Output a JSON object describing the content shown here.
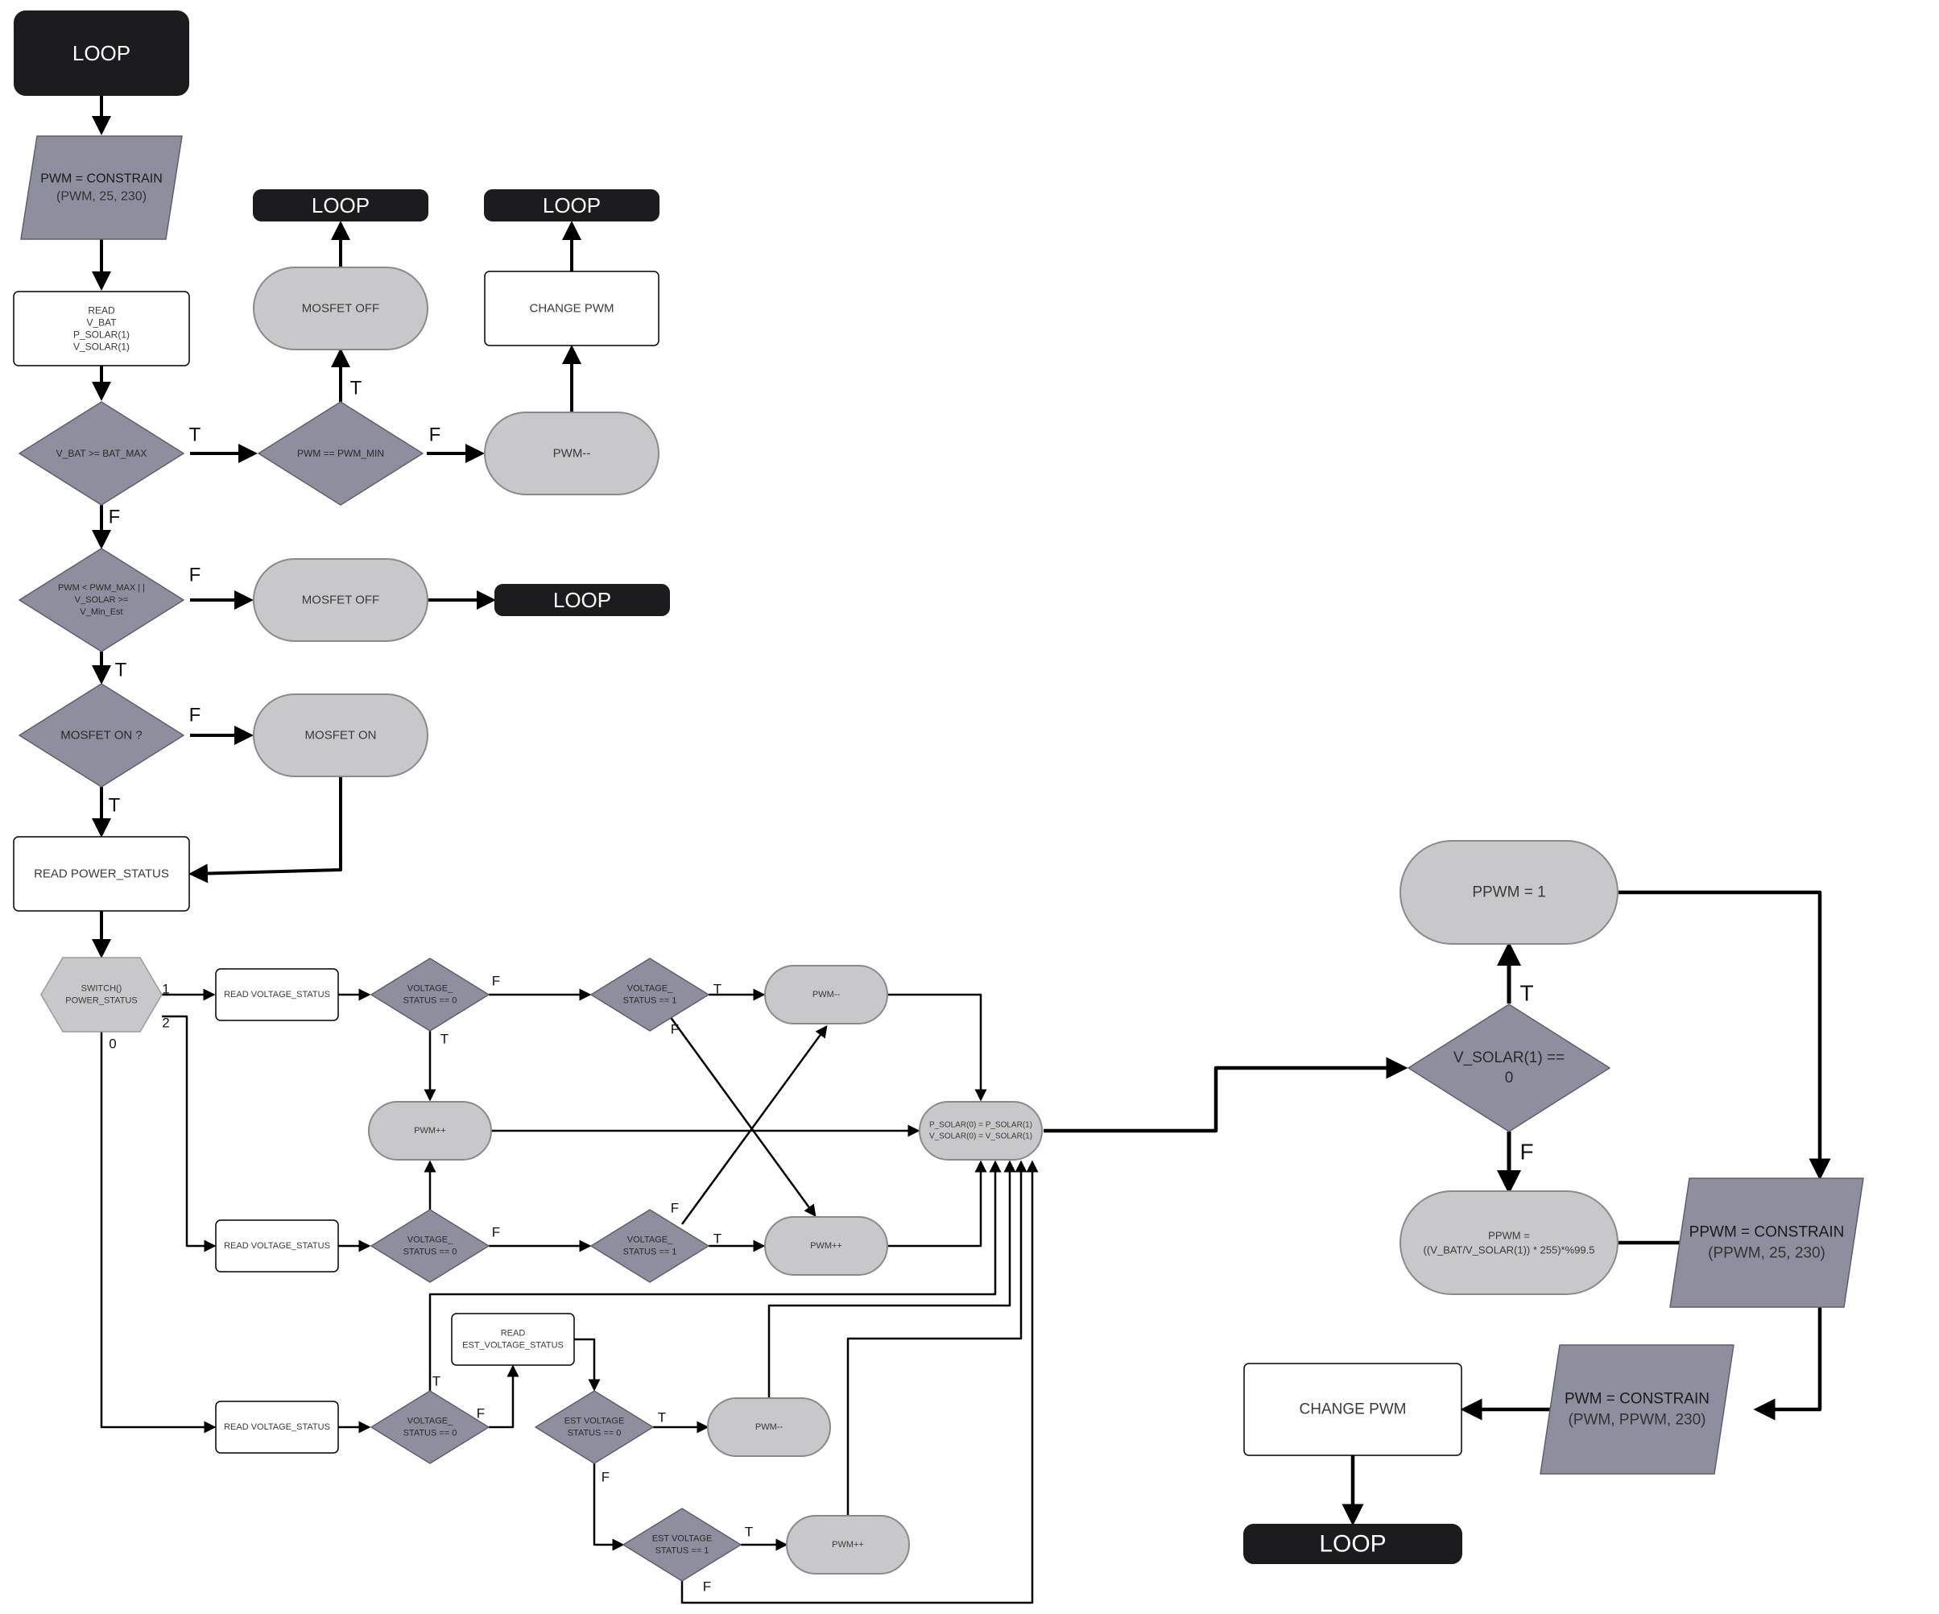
{
  "colors": {
    "terminal": "#1c1c1e",
    "terminal_text": "#ffffff",
    "process_fill": "#ffffff",
    "rounded_fill": "#c8c8ca",
    "decision_fill": "#8e8f9e",
    "io_fill": "#8e8f9e",
    "stroke": "#000000",
    "node_text": "#3a3a3a",
    "edge": "#000000"
  },
  "nodes": [
    {
      "id": "loop_start",
      "kind": "terminal",
      "lines": [
        "LOOP"
      ]
    },
    {
      "id": "constrain1",
      "kind": "io",
      "lines": [
        "PWM = CONSTRAIN",
        "(PWM, 25, 230)"
      ]
    },
    {
      "id": "read1",
      "kind": "process",
      "lines": [
        "READ",
        "V_BAT",
        "P_SOLAR(1)",
        "V_SOLAR(1)"
      ]
    },
    {
      "id": "d_vbat",
      "kind": "decision",
      "lines": [
        "V_BAT >= BAT_MAX"
      ]
    },
    {
      "id": "d_pwmmin",
      "kind": "decision",
      "lines": [
        "PWM == PWM_MIN"
      ]
    },
    {
      "id": "mosfet_off1",
      "kind": "rounded",
      "lines": [
        "MOSFET OFF"
      ]
    },
    {
      "id": "loop_a",
      "kind": "terminal",
      "lines": [
        "LOOP"
      ]
    },
    {
      "id": "pwm_dec1",
      "kind": "rounded",
      "lines": [
        "PWM--"
      ]
    },
    {
      "id": "change_pwm1",
      "kind": "process",
      "lines": [
        "CHANGE PWM"
      ]
    },
    {
      "id": "loop_b",
      "kind": "terminal",
      "lines": [
        "LOOP"
      ]
    },
    {
      "id": "d_pwmmax",
      "kind": "decision",
      "lines": [
        "PWM < PWM_MAX | |",
        "V_SOLAR >=",
        "V_Min_Est"
      ]
    },
    {
      "id": "mosfet_off2",
      "kind": "rounded",
      "lines": [
        "MOSFET OFF"
      ]
    },
    {
      "id": "loop_c",
      "kind": "terminal",
      "lines": [
        "LOOP"
      ]
    },
    {
      "id": "d_mosfet_on",
      "kind": "decision",
      "lines": [
        "MOSFET ON ?"
      ]
    },
    {
      "id": "mosfet_on",
      "kind": "rounded",
      "lines": [
        "MOSFET ON"
      ]
    },
    {
      "id": "read_power",
      "kind": "process",
      "lines": [
        "READ POWER_STATUS"
      ]
    },
    {
      "id": "switch",
      "kind": "hexagon",
      "lines": [
        "SWITCH()",
        "POWER_STATUS"
      ]
    },
    {
      "id": "rvs1",
      "kind": "process",
      "lines": [
        "READ VOLTAGE_STATUS"
      ]
    },
    {
      "id": "d_vs0_a",
      "kind": "decision",
      "lines": [
        "VOLTAGE_",
        "STATUS == 0"
      ]
    },
    {
      "id": "d_vs1_a",
      "kind": "decision",
      "lines": [
        "VOLTAGE_",
        "STATUS == 1"
      ]
    },
    {
      "id": "pwm_dec2",
      "kind": "rounded",
      "lines": [
        "PWM--"
      ]
    },
    {
      "id": "pwm_inc_mid",
      "kind": "rounded",
      "lines": [
        "PWM++"
      ]
    },
    {
      "id": "psolar",
      "kind": "rounded",
      "lines": [
        "P_SOLAR(0) = P_SOLAR(1)",
        "V_SOLAR(0) = V_SOLAR(1)"
      ]
    },
    {
      "id": "rvs2",
      "kind": "process",
      "lines": [
        "READ VOLTAGE_STATUS"
      ]
    },
    {
      "id": "d_vs0_b",
      "kind": "decision",
      "lines": [
        "VOLTAGE_",
        "STATUS == 0"
      ]
    },
    {
      "id": "d_vs1_b",
      "kind": "decision",
      "lines": [
        "VOLTAGE_",
        "STATUS == 1"
      ]
    },
    {
      "id": "pwm_inc2",
      "kind": "rounded",
      "lines": [
        "PWM++"
      ]
    },
    {
      "id": "rvs3",
      "kind": "process",
      "lines": [
        "READ VOLTAGE_STATUS"
      ]
    },
    {
      "id": "d_vs0_c",
      "kind": "decision",
      "lines": [
        "VOLTAGE_",
        "STATUS == 0"
      ]
    },
    {
      "id": "read_est",
      "kind": "process",
      "lines": [
        "READ",
        "EST_VOLTAGE_STATUS"
      ]
    },
    {
      "id": "d_est0",
      "kind": "decision",
      "lines": [
        "EST VOLTAGE",
        "STATUS == 0"
      ]
    },
    {
      "id": "pwm_dec3",
      "kind": "rounded",
      "lines": [
        "PWM--"
      ]
    },
    {
      "id": "d_est1",
      "kind": "decision",
      "lines": [
        "EST VOLTAGE",
        "STATUS == 1"
      ]
    },
    {
      "id": "pwm_inc3",
      "kind": "rounded",
      "lines": [
        "PWM++"
      ]
    },
    {
      "id": "d_vsolar",
      "kind": "decision",
      "lines": [
        "V_SOLAR(1) ==",
        "0"
      ]
    },
    {
      "id": "ppwm1",
      "kind": "rounded",
      "lines": [
        "PPWM = 1"
      ]
    },
    {
      "id": "ppwm_calc",
      "kind": "rounded",
      "lines": [
        "PPWM =",
        "((V_BAT/V_SOLAR(1)) * 255)*%99.5"
      ]
    },
    {
      "id": "ppwm_constrain",
      "kind": "io",
      "lines": [
        "PPWM = CONSTRAIN",
        "(PPWM, 25, 230)"
      ]
    },
    {
      "id": "pwm_constrain2",
      "kind": "io",
      "lines": [
        "PWM = CONSTRAIN",
        "(PWM, PPWM, 230)"
      ]
    },
    {
      "id": "change_pwm2",
      "kind": "process",
      "lines": [
        "CHANGE PWM"
      ]
    },
    {
      "id": "loop_end",
      "kind": "terminal",
      "lines": [
        "LOOP"
      ]
    }
  ],
  "edge_labels": [
    {
      "id": "l_vbat_t",
      "text": "T"
    },
    {
      "id": "l_vbat_f",
      "text": "F"
    },
    {
      "id": "l_pwmmin_t",
      "text": "T"
    },
    {
      "id": "l_pwmmin_f",
      "text": "F"
    },
    {
      "id": "l_pwmmax_f",
      "text": "F"
    },
    {
      "id": "l_pwmmax_t",
      "text": "T"
    },
    {
      "id": "l_mon_f",
      "text": "F"
    },
    {
      "id": "l_mon_t",
      "text": "T"
    },
    {
      "id": "l_sw_1",
      "text": "1"
    },
    {
      "id": "l_sw_2",
      "text": "2"
    },
    {
      "id": "l_sw_0",
      "text": "0"
    },
    {
      "id": "l_vs0a_f",
      "text": "F"
    },
    {
      "id": "l_vs0a_t",
      "text": "T"
    },
    {
      "id": "l_vs1a_t",
      "text": "T"
    },
    {
      "id": "l_vs1a_f",
      "text": "F"
    },
    {
      "id": "l_vs0b_f",
      "text": "F"
    },
    {
      "id": "l_vs1b_f",
      "text": "F"
    },
    {
      "id": "l_vs1b_t",
      "text": "T"
    },
    {
      "id": "l_vs0c_t",
      "text": "T"
    },
    {
      "id": "l_vs0c_f",
      "text": "F"
    },
    {
      "id": "l_est0_t",
      "text": "T"
    },
    {
      "id": "l_est0_f",
      "text": "F"
    },
    {
      "id": "l_est1_t",
      "text": "T"
    },
    {
      "id": "l_est1_f",
      "text": "F"
    },
    {
      "id": "l_vsolar_t",
      "text": "T"
    },
    {
      "id": "l_vsolar_f",
      "text": "F"
    }
  ]
}
